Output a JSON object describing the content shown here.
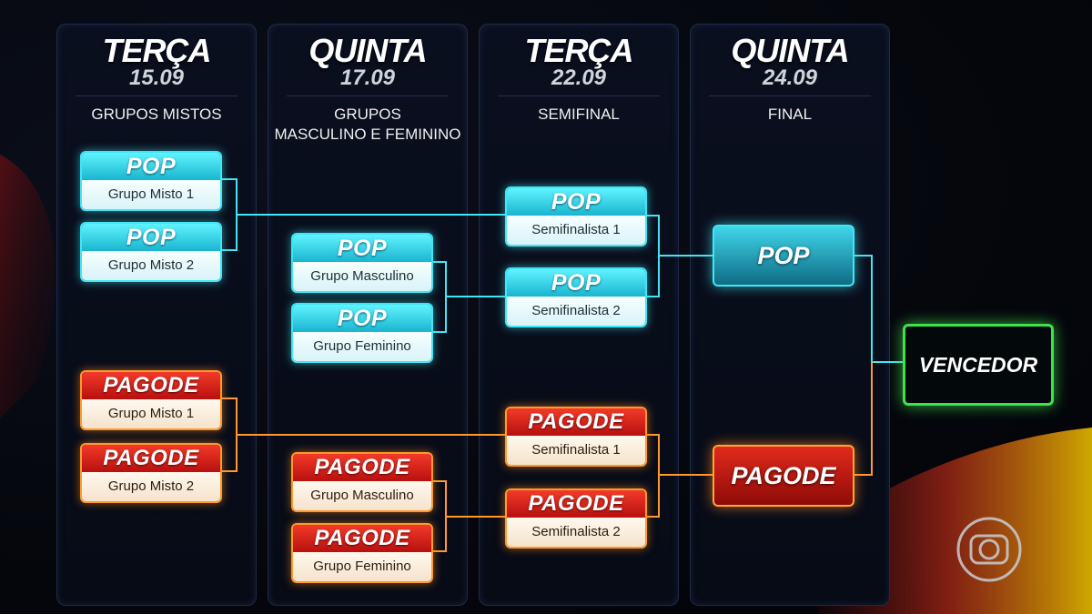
{
  "columns": [
    {
      "day": "TERÇA",
      "date": "15.09",
      "stage": "GRUPOS MISTOS"
    },
    {
      "day": "QUINTA",
      "date": "17.09",
      "stage": "GRUPOS\nMASCULINO E FEMININO"
    },
    {
      "day": "TERÇA",
      "date": "22.09",
      "stage": "SEMIFINAL"
    },
    {
      "day": "QUINTA",
      "date": "24.09",
      "stage": "FINAL"
    }
  ],
  "brackets": {
    "pop": {
      "label": "POP",
      "col1": [
        "Grupo Misto 1",
        "Grupo Misto 2"
      ],
      "col2": [
        "Grupo Masculino",
        "Grupo Feminino"
      ],
      "col3": [
        "Semifinalista 1",
        "Semifinalista 2"
      ],
      "final": "POP"
    },
    "pagode": {
      "label": "PAGODE",
      "col1": [
        "Grupo Misto 1",
        "Grupo Misto 2"
      ],
      "col2": [
        "Grupo Masculino",
        "Grupo Feminino"
      ],
      "col3": [
        "Semifinalista 1",
        "Semifinalista 2"
      ],
      "final": "PAGODE"
    }
  },
  "winner": "VENCEDOR",
  "colors": {
    "pop_accent": "#41e6f5",
    "pagode_accent": "#ff9a2a",
    "pagode_red": "#d11f14",
    "winner_accent": "#3fe24a"
  },
  "logo_icon": "globo-icon"
}
